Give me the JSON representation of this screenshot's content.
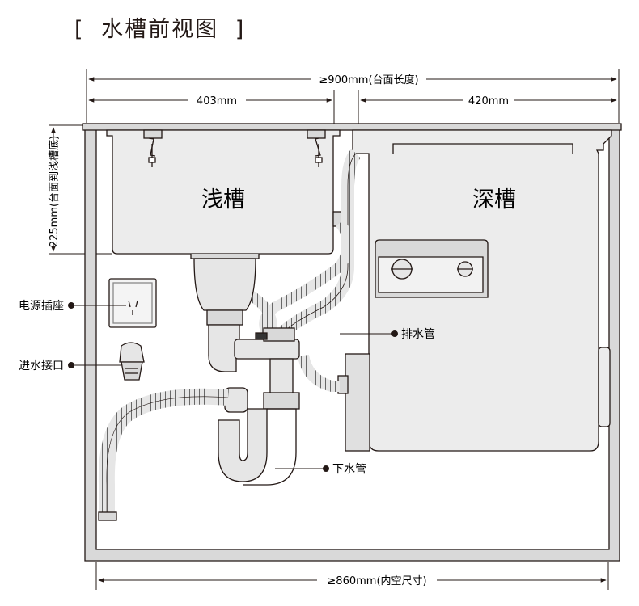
{
  "title": {
    "open": "[",
    "text": "水槽前视图",
    "close": "]"
  },
  "dimensions": {
    "top_total": "≥900mm(台面长度)",
    "left_width": "403mm",
    "right_width": "420mm",
    "depth": "225mm(台面到浅槽底)",
    "bottom_inner": "≥860mm(内空尺寸)"
  },
  "basins": {
    "shallow": "浅槽",
    "deep": "深槽"
  },
  "callouts": {
    "socket": "电源插座",
    "water_inlet": "进水接口",
    "drain_hose": "排水管",
    "downpipe": "下水管"
  },
  "colors": {
    "line": "#231815",
    "fill_light": "#ececec",
    "fill_mid": "#d9d9d9",
    "cabinet": "#f2f2f2"
  }
}
